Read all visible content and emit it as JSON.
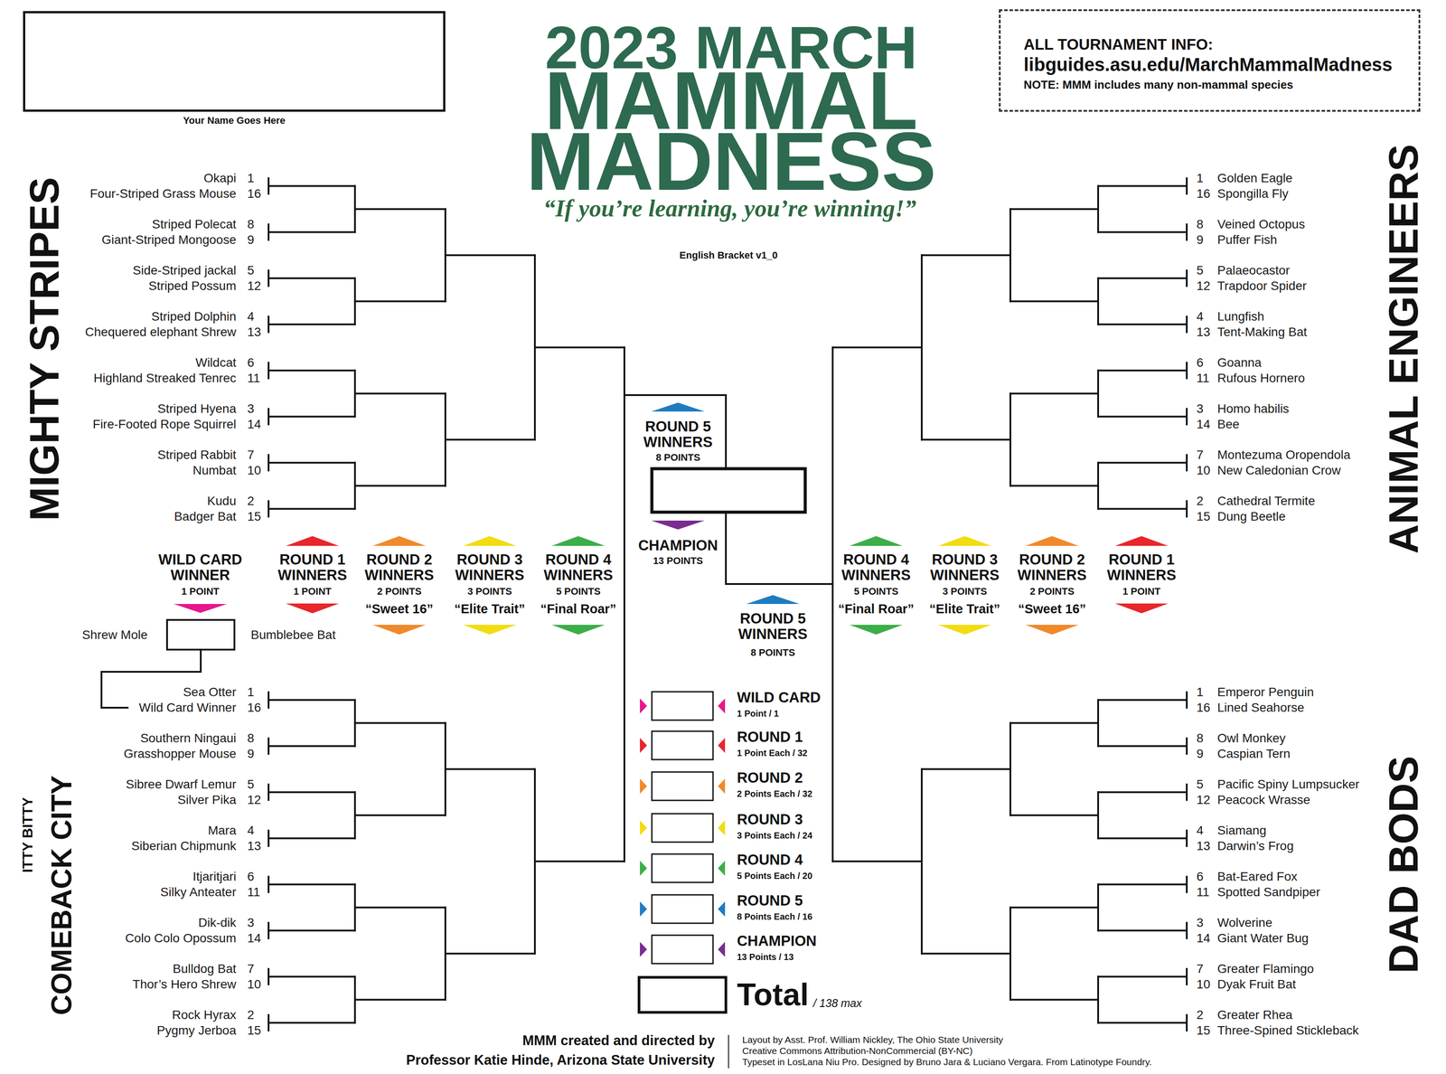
{
  "diagram": {
    "title": "2023 MARCH MAMMAL MADNESS",
    "nodes": [
      {
        "text": [
          "Your Name Goes Here"
        ]
      },
      {
        "text": [
          "ALL TOURNAMENT INFO:",
          "libguides.asu.edu/MarchMammalMadness",
          "NOTE: MMM includes many non-mammal species"
        ]
      }
    ],
    "labels": [
      "“If you’re learning, you’re winning!”",
      "English Bracket v1_0",
      "MIGHTY STRIPES",
      "Okapi",
      "1",
      "Four-Striped Grass Mouse",
      "16",
      "Striped Polecat",
      "8",
      "Giant-Striped Mongoose",
      "9",
      "Side-Striped jackal",
      "5",
      "Striped Possum",
      "12",
      "Striped Dolphin",
      "4",
      "Chequered elephant Shrew",
      "13",
      "Wildcat",
      "6",
      "Highland Streaked Tenrec",
      "11",
      "Striped Hyena",
      "3",
      "Fire-Footed Rope Squirrel",
      "14",
      "Striped Rabbit",
      "7",
      "Numbat",
      "10",
      "Kudu",
      "2",
      "Badger Bat",
      "15",
      "ANIMAL ENGINEERS",
      "1",
      "Golden Eagle",
      "16",
      "Spongilla Fly",
      "8",
      "Veined Octopus",
      "9",
      "Puffer Fish",
      "5",
      "Palaeocastor",
      "12",
      "Trapdoor Spider",
      "4",
      "Lungfish",
      "13",
      "Tent-Making Bat",
      "6",
      "Goanna",
      "11",
      "Rufous Hornero",
      "3",
      "Homo habilis",
      "14",
      "Bee",
      "7",
      "Montezuma Oropendola",
      "10",
      "New Caledonian Crow",
      "2",
      "Cathedral Termite",
      "15",
      "Dung Beetle",
      "WILD CARD WINNER",
      "1 POINT",
      "Shrew Mole",
      "Bumblebee Bat",
      "ROUND 1 WINNERS",
      "1 POINT",
      "ROUND 2 WINNERS",
      "2 POINTS",
      "“Sweet 16”",
      "ROUND 3 WINNERS",
      "3 POINTS",
      "“Elite Trait”",
      "ROUND 4 WINNERS",
      "5 POINTS",
      "“Final Roar”",
      "ROUND 5 WINNERS",
      "8 POINTS",
      "CHAMPION",
      "13 POINTS",
      "ROUND 4 WINNERS",
      "5 POINTS",
      "“Final Roar”",
      "ROUND 3 WINNERS",
      "3 POINTS",
      "“Elite Trait”",
      "ROUND 2 WINNERS",
      "2 POINTS",
      "“Sweet 16”",
      "ROUND 1 WINNERS",
      "1 POINT",
      "ROUND 5 WINNERS",
      "8 POINTS",
      "ITTY BITTY",
      "COMEBACK CITY",
      "Sea Otter",
      "1",
      "Wild Card Winner",
      "16",
      "Southern Ningaui",
      "8",
      "Grasshopper Mouse",
      "9",
      "Sibree Dwarf Lemur",
      "5",
      "Silver Pika",
      "12",
      "Mara",
      "4",
      "Siberian Chipmunk",
      "13",
      "Itjaritjari",
      "6",
      "Silky Anteater",
      "11",
      "Dik-dik",
      "3",
      "Colo Colo Opossum",
      "14",
      "Bulldog Bat",
      "7",
      "Thor’s Hero Shrew",
      "10",
      "Rock Hyrax",
      "2",
      "Pygmy Jerboa",
      "15",
      "DAD BODS",
      "1",
      "Emperor Penguin",
      "16",
      "Lined Seahorse",
      "8",
      "Owl Monkey",
      "9",
      "Caspian Tern",
      "5",
      "Pacific Spiny Lumpsucker",
      "12",
      "Peacock Wrasse",
      "4",
      "Siamang",
      "13",
      "Darwin’s Frog",
      "6",
      "Bat-Eared Fox",
      "11",
      "Spotted Sandpiper",
      "3",
      "Wolverine",
      "14",
      "Giant Water Bug",
      "7",
      "Greater Flamingo",
      "10",
      "Dyak Fruit Bat",
      "2",
      "Greater Rhea",
      "15",
      "Three-Spined Stickleback",
      "WILD CARD",
      "1 Point / 1",
      "ROUND 1",
      "1 Point Each / 32",
      "ROUND 2",
      "2 Points Each / 32",
      "ROUND 3",
      "3 Points Each / 24",
      "ROUND 4",
      "5 Points Each / 20",
      "ROUND 5",
      "8 Points Each / 16",
      "CHAMPION",
      "13 Points / 13",
      "Total",
      "/ 138 max",
      "MMM created and directed by",
      "Professor Katie Hinde, Arizona State University",
      "Layout by Asst. Prof. William Nickley, The Ohio State University",
      "Creative Commons Attribution-NonCommercial (BY-NC)",
      "Typeset in LosLana Niu Pro. Designed by Bruno Jara & Luciano Vergara. From Latinotype Foundry."
    ]
  }
}
